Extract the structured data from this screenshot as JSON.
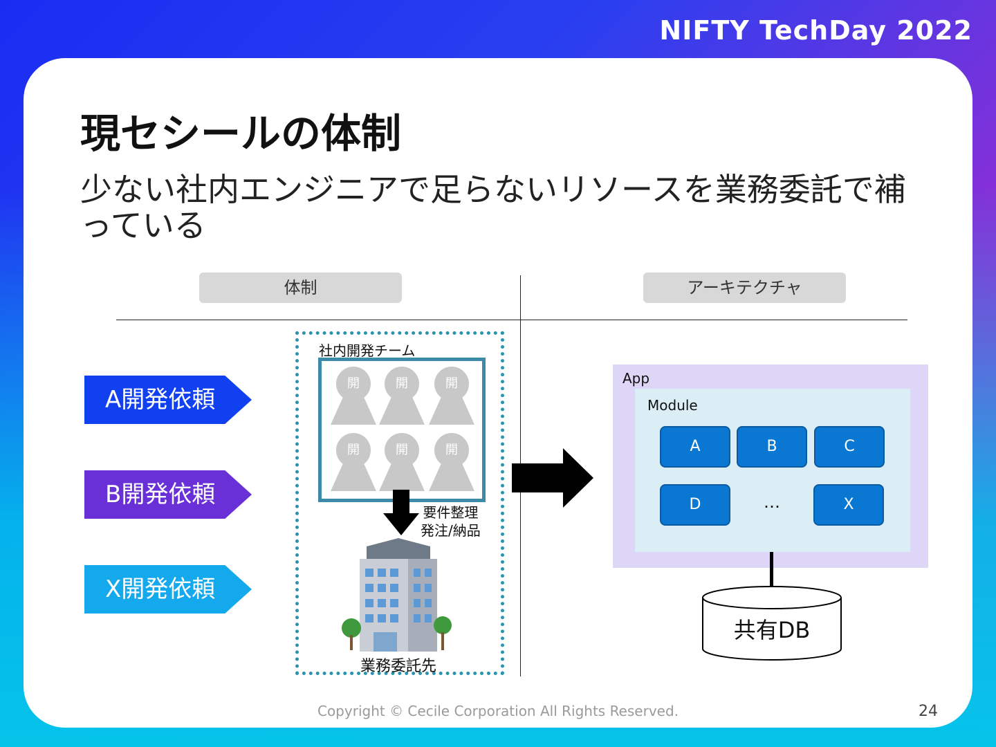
{
  "brand": "NIFTY TechDay 2022",
  "title": "現セシールの体制",
  "subtitle": "少ない社内エンジニアで足らないリソースを業務委託で補っている",
  "headers": {
    "left": "体制",
    "right": "アーキテクチャ"
  },
  "requests": [
    "A開発依頼",
    "B開発依頼",
    "X開発依頼"
  ],
  "team": {
    "label": "社内開発チーム",
    "member_glyph": "開",
    "order_line1": "要件整理",
    "order_line2": "発注/納品",
    "vendor_label": "業務委託先"
  },
  "architecture": {
    "app_label": "App",
    "module_label": "Module",
    "modules": [
      "A",
      "B",
      "C",
      "D",
      "X"
    ],
    "ellipsis": "…",
    "db_label": "共有DB"
  },
  "footer": {
    "copyright": "Copyright © Cecile Corporation All Rights Reserved.",
    "page": "24"
  },
  "colors": {
    "req_a": "#1040f0",
    "req_b": "#6a30d8",
    "req_x": "#14a8ec",
    "module": "#0a78d2",
    "app_bg": "#ded6f6",
    "module_bg": "#dbedf5",
    "team_border": "#3a8aa8"
  }
}
